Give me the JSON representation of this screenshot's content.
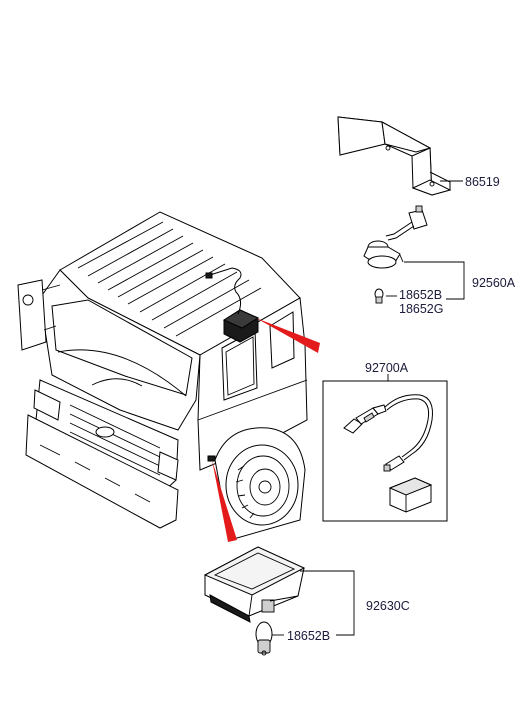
{
  "labels": {
    "part_86519": "86519",
    "part_92560A": "92560A",
    "part_18652B_top": "18652B",
    "part_18652G": "18652G",
    "part_92700A": "92700A",
    "part_92630C": "92630C",
    "part_18652B_bottom": "18652B"
  },
  "colors": {
    "callout_arrow": "#e41b1b",
    "line": "#000000",
    "label": "#1a1a3a"
  }
}
